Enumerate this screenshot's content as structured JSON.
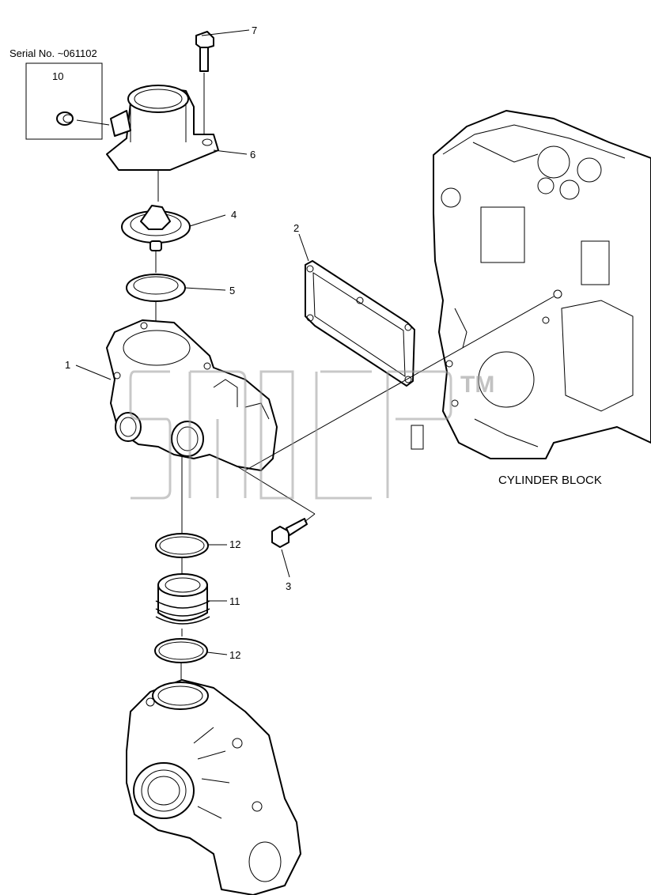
{
  "serial_note": "Serial No. ~061102",
  "block_label": "CYLINDER BLOCK",
  "watermark_tm": "TM",
  "callouts": {
    "c1": "1",
    "c2": "2",
    "c3": "3",
    "c4": "4",
    "c5": "5",
    "c6": "6",
    "c7": "7",
    "c10": "10",
    "c11": "11",
    "c12a": "12",
    "c12b": "12"
  }
}
